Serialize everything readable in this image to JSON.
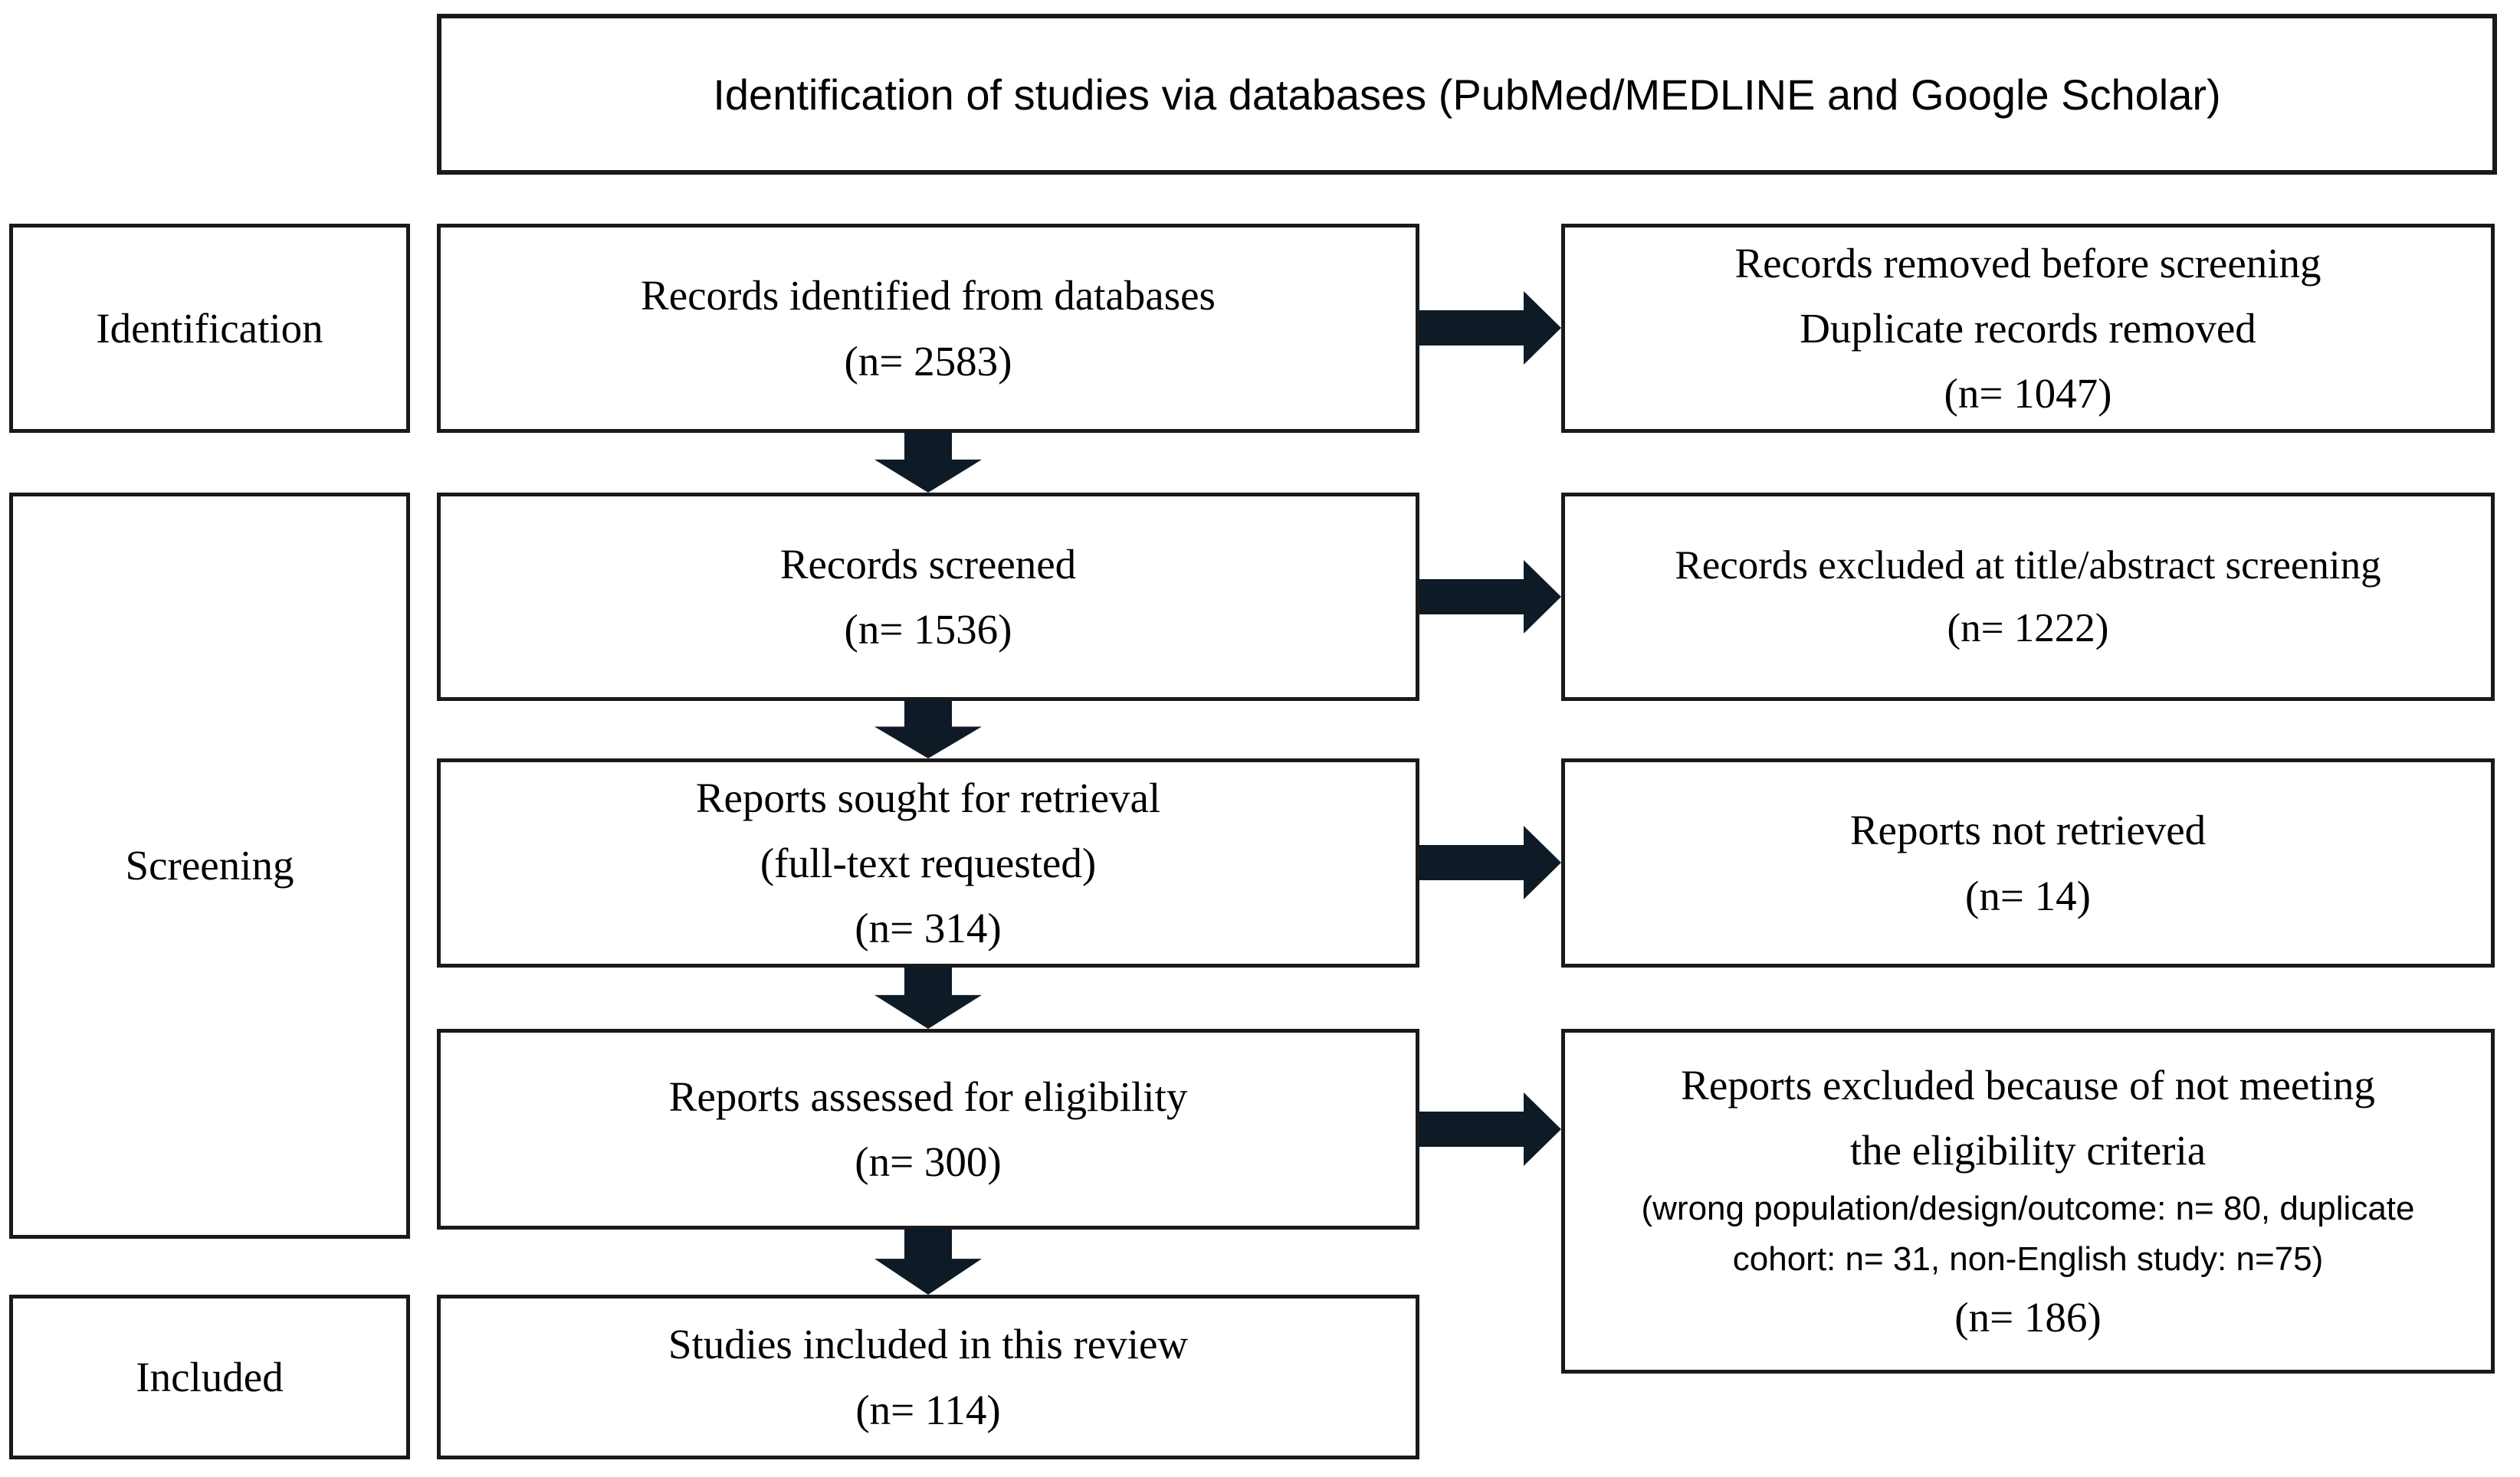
{
  "title": "Identification of studies via databases (PubMed/MEDLINE and Google Scholar)",
  "stage_labels": {
    "identification": "Identification",
    "screening": "Screening",
    "included": "Included"
  },
  "flow_boxes": [
    {
      "lines": [
        "Records identified from databases",
        "(n= 2583)"
      ]
    },
    {
      "lines": [
        "Records screened",
        "(n= 1536)"
      ]
    },
    {
      "lines": [
        "Reports sought for retrieval",
        "(full-text requested)",
        "(n= 314)"
      ]
    },
    {
      "lines": [
        "Reports assessed for eligibility",
        "(n= 300)"
      ]
    },
    {
      "lines": [
        "Studies included in this review",
        "(n= 114)"
      ]
    }
  ],
  "exclusion_boxes": [
    {
      "lines": [
        "Records removed before screening",
        "Duplicate records removed",
        "(n= 1047)"
      ]
    },
    {
      "lines": [
        "Records excluded at title/abstract screening",
        "(n= 1222)"
      ]
    },
    {
      "lines": [
        "Reports not retrieved",
        "(n= 14)"
      ]
    },
    {
      "lines": [
        "Reports excluded because of not meeting",
        "the eligibility criteria"
      ],
      "detail_lines": [
        "(wrong population/design/outcome: n= 80, duplicate",
        "cohort: n= 31, non-English study: n=75)"
      ],
      "count": "(n= 186)"
    }
  ],
  "colors": {
    "background": "#ffffff",
    "border": "#1a1a1a",
    "text": "#000000",
    "arrow": "#0e1b26"
  }
}
